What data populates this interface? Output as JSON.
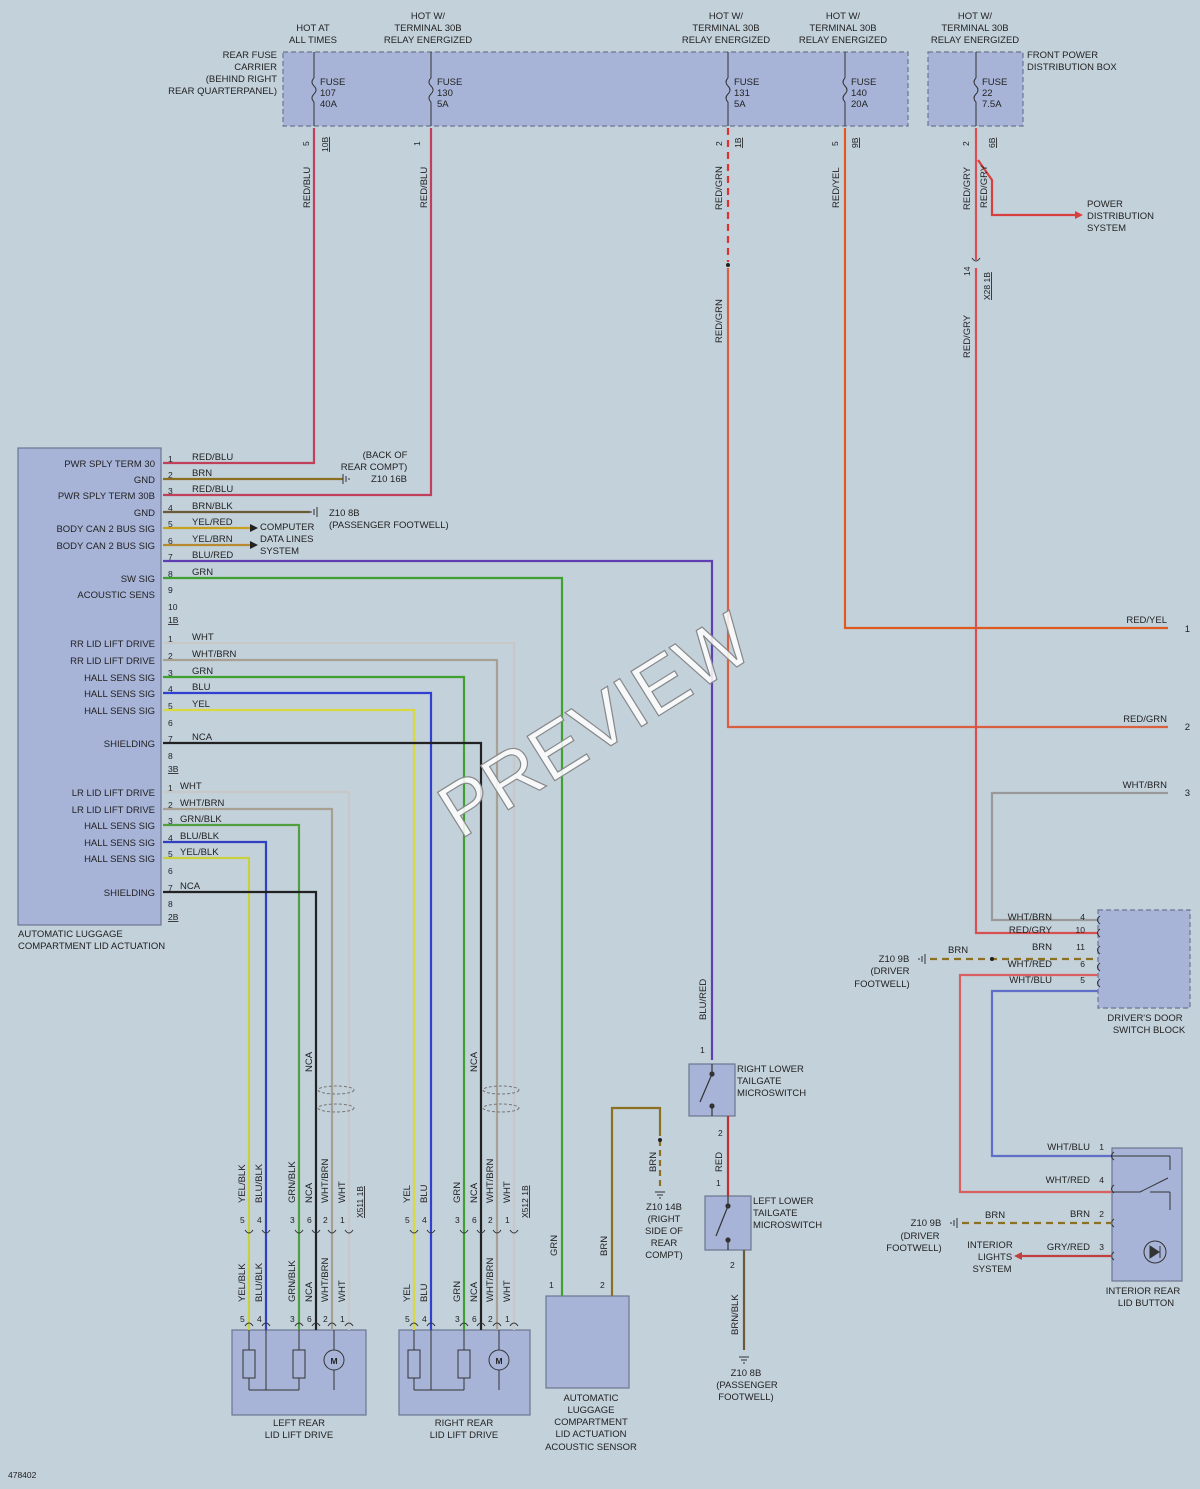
{
  "diagram_id": "478402",
  "watermark": "PREVIEW",
  "rear_fuse_carrier": {
    "label_lines": [
      "REAR FUSE",
      "CARRIER",
      "(BEHIND RIGHT",
      "REAR QUARTERPANEL)"
    ],
    "fuses": [
      {
        "hot": [
          "HOT AT",
          "ALL TIMES"
        ],
        "name": "FUSE",
        "num": "107",
        "amp": "40A",
        "pin": "5",
        "conn": "10B",
        "wire": "RED/BLU"
      },
      {
        "hot": [
          "HOT W/",
          "TERMINAL 30B",
          "RELAY ENERGIZED"
        ],
        "name": "FUSE",
        "num": "130",
        "amp": "5A",
        "pin": "1",
        "conn": "",
        "wire": "RED/BLU"
      },
      {
        "hot": [
          "HOT W/",
          "TERMINAL 30B",
          "RELAY ENERGIZED"
        ],
        "name": "FUSE",
        "num": "131",
        "amp": "5A",
        "pin": "2",
        "conn": "1B",
        "wire": "RED/GRN"
      },
      {
        "hot": [
          "HOT W/",
          "TERMINAL 30B",
          "RELAY ENERGIZED"
        ],
        "name": "FUSE",
        "num": "140",
        "amp": "20A",
        "pin": "5",
        "conn": "9B",
        "wire": "RED/YEL"
      }
    ]
  },
  "front_power_box": {
    "label_lines": [
      "FRONT POWER",
      "DISTRIBUTION BOX"
    ],
    "hot": [
      "HOT W/",
      "TERMINAL 30B",
      "RELAY ENERGIZED"
    ],
    "name": "FUSE",
    "num": "22",
    "amp": "7.5A",
    "pin": "2",
    "conn": "6B",
    "wire1": "RED/GRY",
    "wire2": "RED/GRY",
    "wire3": "RED/GRY",
    "splice_pin": "14",
    "splice_conn": "X28 1B",
    "pds_lines": [
      "POWER",
      "DISTRIBUTION",
      "SYSTEM"
    ]
  },
  "redgrn_lower": "RED/GRN",
  "module": {
    "name_lines": [
      "AUTOMATIC LUGGAGE",
      "COMPARTMENT LID ACTUATION"
    ],
    "block1_rows": [
      {
        "label": "PWR SPLY TERM 30",
        "pin": "1",
        "wire": "RED/BLU"
      },
      {
        "label": "GND",
        "pin": "2",
        "wire": "BRN"
      },
      {
        "label": "PWR SPLY TERM 30B",
        "pin": "3",
        "wire": "RED/BLU"
      },
      {
        "label": "GND",
        "pin": "4",
        "wire": "BRN/BLK"
      },
      {
        "label": "BODY CAN 2 BUS SIG",
        "pin": "5",
        "wire": "YEL/RED"
      },
      {
        "label": "BODY CAN 2 BUS SIG",
        "pin": "6",
        "wire": "YEL/BRN"
      },
      {
        "label": "",
        "pin": "7",
        "wire": "BLU/RED"
      },
      {
        "label": "SW SIG",
        "pin": "8",
        "wire": "GRN"
      },
      {
        "label": "ACOUSTIC SENS",
        "pin": "9",
        "wire": ""
      },
      {
        "label": "",
        "pin": "10",
        "wire": ""
      }
    ],
    "block1_conn": "1B",
    "block2_rows": [
      {
        "label": "RR LID LIFT DRIVE",
        "pin": "1",
        "wire": "WHT"
      },
      {
        "label": "RR LID LIFT DRIVE",
        "pin": "2",
        "wire": "WHT/BRN"
      },
      {
        "label": "HALL SENS SIG",
        "pin": "3",
        "wire": "GRN"
      },
      {
        "label": "HALL SENS SIG",
        "pin": "4",
        "wire": "BLU"
      },
      {
        "label": "HALL SENS SIG",
        "pin": "5",
        "wire": "YEL"
      },
      {
        "label": "",
        "pin": "6",
        "wire": ""
      },
      {
        "label": "SHIELDING",
        "pin": "7",
        "wire": "NCA"
      },
      {
        "label": "",
        "pin": "8",
        "wire": ""
      }
    ],
    "block2_conn": "3B",
    "block3_rows": [
      {
        "label": "LR LID LIFT DRIVE",
        "pin": "1",
        "wire": "WHT"
      },
      {
        "label": "LR LID LIFT DRIVE",
        "pin": "2",
        "wire": "WHT/BRN"
      },
      {
        "label": "HALL SENS SIG",
        "pin": "3",
        "wire": "GRN/BLK"
      },
      {
        "label": "HALL SENS SIG",
        "pin": "4",
        "wire": "BLU/BLK"
      },
      {
        "label": "HALL SENS SIG",
        "pin": "5",
        "wire": "YEL/BLK"
      },
      {
        "label": "",
        "pin": "6",
        "wire": ""
      },
      {
        "label": "SHIELDING",
        "pin": "7",
        "wire": "NCA"
      },
      {
        "label": "",
        "pin": "8",
        "wire": ""
      }
    ],
    "block3_conn": "2B"
  },
  "grounds": {
    "back_of_rear": [
      "(BACK OF",
      "REAR COMPT)",
      "Z10 16B"
    ],
    "passenger_fw": [
      "Z10 8B",
      "(PASSENGER FOOTWELL)"
    ],
    "right_rear": [
      "Z10 14B",
      "(RIGHT",
      "SIDE OF",
      "REAR",
      "COMPT)"
    ],
    "passenger_fw2": [
      "Z10 8B",
      "(PASSENGER",
      "FOOTWELL)"
    ],
    "driver_fw": [
      "Z10 9B",
      "(DRIVER",
      "FOOTWELL)"
    ],
    "driver_fw2": [
      "Z10 9B",
      "(DRIVER",
      "FOOTWELL)"
    ]
  },
  "computer_data_lines": [
    "COMPUTER",
    "DATA LINES",
    "SYSTEM"
  ],
  "right_edge": [
    {
      "wire": "RED/YEL",
      "num": "1"
    },
    {
      "wire": "RED/GRN",
      "num": "2"
    },
    {
      "wire": "WHT/BRN",
      "num": "3"
    }
  ],
  "door_switch_block": {
    "name_lines": [
      "DRIVER'S DOOR",
      "SWITCH BLOCK"
    ],
    "rows": [
      {
        "wire": "WHT/BRN",
        "pin": "4"
      },
      {
        "wire": "RED/GRY",
        "pin": "10"
      },
      {
        "wire": "BRN",
        "pin": "11"
      },
      {
        "wire": "WHT/RED",
        "pin": "6"
      },
      {
        "wire": "WHT/BLU",
        "pin": "5"
      }
    ],
    "brn_label": "BRN"
  },
  "microswitches": {
    "right": {
      "name_lines": [
        "RIGHT LOWER",
        "TAILGATE",
        "MICROSWITCH"
      ],
      "pin_top": "1",
      "pin_bot": "2",
      "wire_in": "BLU/RED"
    },
    "left": {
      "name_lines": [
        "LEFT LOWER",
        "TAILGATE",
        "MICROSWITCH"
      ],
      "pin_top": "1",
      "pin_bot": "2",
      "wire_in": "RED",
      "wire_out": "BRN/BLK"
    }
  },
  "sensor": {
    "name_lines": [
      "AUTOMATIC",
      "LUGGAGE",
      "COMPARTMENT",
      "LID ACTUATION",
      "ACOUSTIC SENSOR"
    ],
    "pins": [
      "1",
      "2"
    ],
    "wires": [
      "GRN",
      "BRN"
    ],
    "brn_label": "BRN"
  },
  "left_drive": {
    "name_lines": [
      "LEFT REAR",
      "LID LIFT DRIVE"
    ],
    "conn": "X511 1B",
    "wires_upper": [
      "YEL/BLK",
      "BLU/BLK",
      "GRN/BLK",
      "NCA",
      "WHT/BRN",
      "WHT"
    ],
    "pins": [
      "5",
      "4",
      "3",
      "6",
      "2",
      "1"
    ],
    "wires_lower": [
      "YEL/BLK",
      "BLU/BLK",
      "GRN/BLK",
      "NCA",
      "WHT/BRN",
      "WHT"
    ],
    "nca_label": "NCA",
    "motor": "M"
  },
  "right_drive": {
    "name_lines": [
      "RIGHT REAR",
      "LID LIFT DRIVE"
    ],
    "conn": "X512 1B",
    "wires_upper": [
      "YEL",
      "BLU",
      "GRN",
      "NCA",
      "WHT/BRN",
      "WHT"
    ],
    "pins": [
      "5",
      "4",
      "3",
      "6",
      "2",
      "1"
    ],
    "wires_lower": [
      "YEL",
      "BLU",
      "GRN",
      "NCA",
      "WHT/BRN",
      "WHT"
    ],
    "nca_label": "NCA",
    "motor": "M"
  },
  "interior_button": {
    "name_lines": [
      "INTERIOR REAR",
      "LID BUTTON"
    ],
    "rows": [
      {
        "wire": "WHT/BLU",
        "pin": "1"
      },
      {
        "wire": "WHT/RED",
        "pin": "4"
      },
      {
        "wire": "BRN",
        "pin": "2"
      },
      {
        "wire": "GRY/RED",
        "pin": "3"
      }
    ],
    "brn_left": "BRN",
    "interior_lights": [
      "INTERIOR",
      "LIGHTS",
      "SYSTEM"
    ]
  }
}
